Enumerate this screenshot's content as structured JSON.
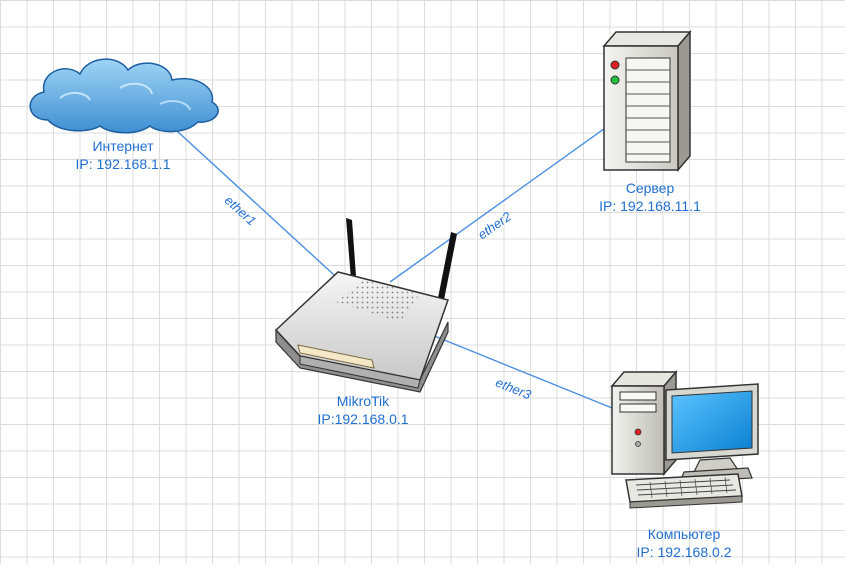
{
  "nodes": {
    "internet": {
      "name": "Интернет",
      "ip": "IP: 192.168.1.1",
      "icon": "cloud-icon"
    },
    "server": {
      "name": "Сервер",
      "ip": "IP: 192.168.11.1",
      "icon": "server-icon"
    },
    "router": {
      "name": "MikroTik",
      "ip": "IP:192.168.0.1",
      "icon": "router-icon"
    },
    "computer": {
      "name": "Компьютер",
      "ip": "IP: 192.168.0.2",
      "icon": "desktop-computer-icon"
    }
  },
  "links": {
    "ether1": "ether1",
    "ether2": "ether2",
    "ether3": "ether3"
  },
  "colors": {
    "label": "#1f6fd1",
    "link": "#4a90e2",
    "cloud": "#6fb6e8",
    "monitor_screen": "#1e9be0"
  }
}
